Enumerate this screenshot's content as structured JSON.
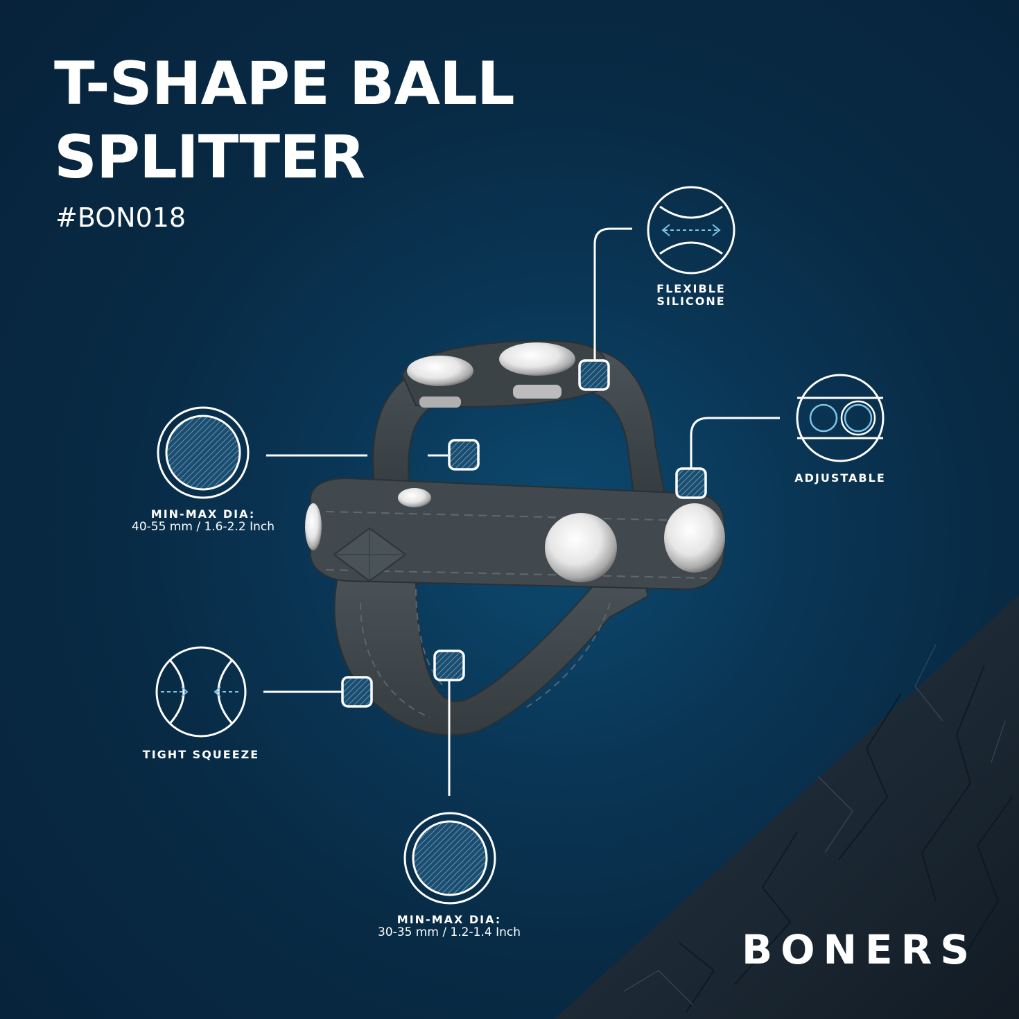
{
  "header": {
    "title_line1": "T-SHAPE BALL",
    "title_line2": "SPLITTER",
    "sku": "#BON018"
  },
  "features": {
    "flexible": {
      "line1": "FLEXIBLE",
      "line2": "SILICONE",
      "icon": "flexible-silicone-icon"
    },
    "adjustable": {
      "label": "ADJUSTABLE",
      "icon": "adjustable-icon"
    },
    "top_dia": {
      "label": "MIN-MAX DIA:",
      "value": "40-55 mm / 1.6-2.2 Inch",
      "icon": "diameter-icon"
    },
    "squeeze": {
      "label": "TIGHT SQUEEZE",
      "icon": "tight-squeeze-icon"
    },
    "bottom_dia": {
      "label": "MIN-MAX DIA:",
      "value": "30-35 mm / 1.2-1.4 Inch",
      "icon": "diameter-icon"
    }
  },
  "brand": {
    "name": "BONERS"
  },
  "colors": {
    "background": "#0a3656",
    "accent_light_blue": "#7fc4e6",
    "product_silicone": "#3f474c",
    "snap_metal": "#e8e8e8"
  }
}
